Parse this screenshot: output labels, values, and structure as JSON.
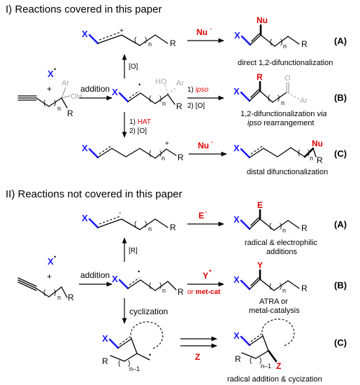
{
  "section1": {
    "title": "I) Reactions covered in this paper",
    "labels": [
      "(A)",
      "(B)",
      "(C)"
    ],
    "reagents": {
      "addition": "addition",
      "oxidation": "[O]",
      "nu": "Nu",
      "ipso_step1_num": "1)",
      "ipso_step1": "ipso",
      "ipso_step2": "2) [O]",
      "hat_step1_num": "1)",
      "hat_step1": "HAT",
      "hat_step2": "2) [O]"
    },
    "captions": {
      "a": "direct 1,2-difunctionalization",
      "b_line1_pre": "1,2-difunctionalization ",
      "b_line1_em": "via",
      "b_line2_em": "ipso",
      "b_line2_post": " rearrangement",
      "c": "distal difunctionalization"
    }
  },
  "section2": {
    "title": "II) Reactions not covered in this paper",
    "labels": [
      "(A)",
      "(B)",
      "(C)"
    ],
    "reagents": {
      "addition": "addition",
      "reduction": "[R]",
      "electrophile": "E",
      "radical": "Y",
      "metcat_pre": "or ",
      "metcat": "met-cat",
      "cyclization": "cyclization",
      "z": "Z"
    },
    "captions": {
      "a_line1": "radical & electrophilic",
      "a_line2": "additions",
      "b_line1": "ATRA or",
      "b_line2": "metal-catalysis",
      "c": "radical addition & cycization"
    }
  },
  "atoms": {
    "x": "X",
    "r": "R",
    "n": "n",
    "n_minus_1": "n–1",
    "ar": "Ar",
    "ho": "HO",
    "oh": "OH",
    "o": "O",
    "nu": "Nu",
    "e": "E",
    "y": "Y",
    "z": "Z",
    "plus": "+",
    "minus": "-",
    "dot": "•"
  },
  "colors": {
    "radical_group": "#1a1aff",
    "reagent": "#e00000",
    "faded": "#a8a8a8",
    "ink": "#000000"
  }
}
